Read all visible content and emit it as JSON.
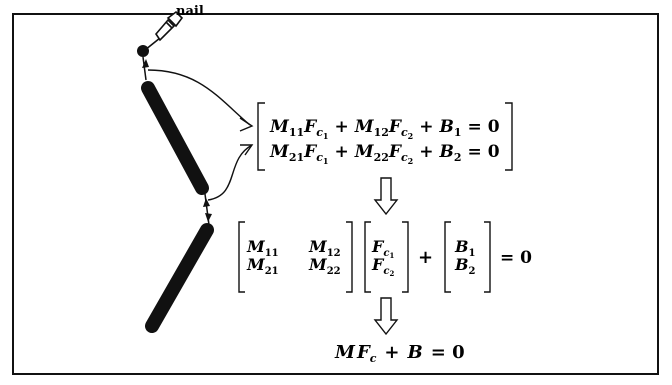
{
  "label_nail": "nail",
  "eq_top": {
    "line1": {
      "m": "M",
      "sub_m": "11",
      "f": "F",
      "sub_f": "c",
      "sub_f2": "1",
      "plus1": "+",
      "m2": "M",
      "sub_m2": "12",
      "f2": "F",
      "sub_f3": "c",
      "sub_f4": "2",
      "plus2": "+",
      "b": "B",
      "sub_b": "1",
      "eq": "= 0"
    },
    "line2": {
      "m": "M",
      "sub_m": "21",
      "f": "F",
      "sub_f": "c",
      "sub_f2": "1",
      "plus1": "+",
      "m2": "M",
      "sub_m2": "22",
      "f2": "F",
      "sub_f3": "c",
      "sub_f4": "2",
      "plus2": "+",
      "b": "B",
      "sub_b": "2",
      "eq": "= 0"
    }
  },
  "matrix_M": {
    "a11": "M",
    "s11": "11",
    "a12": "M",
    "s12": "12",
    "a21": "M",
    "s21": "21",
    "a22": "M",
    "s22": "22"
  },
  "vector_F": {
    "f1": "F",
    "f1s": "c",
    "f1n": "1",
    "f2": "F",
    "f2s": "c",
    "f2n": "2"
  },
  "op_plus": "+",
  "vector_B": {
    "b1": "B",
    "b1s": "1",
    "b2": "B",
    "b2s": "2"
  },
  "op_eq_zero": "= 0",
  "final_eq": {
    "m": "M",
    "f": "F",
    "f_sub": "c",
    "plus": "+",
    "b": "B",
    "eq": "= 0"
  }
}
